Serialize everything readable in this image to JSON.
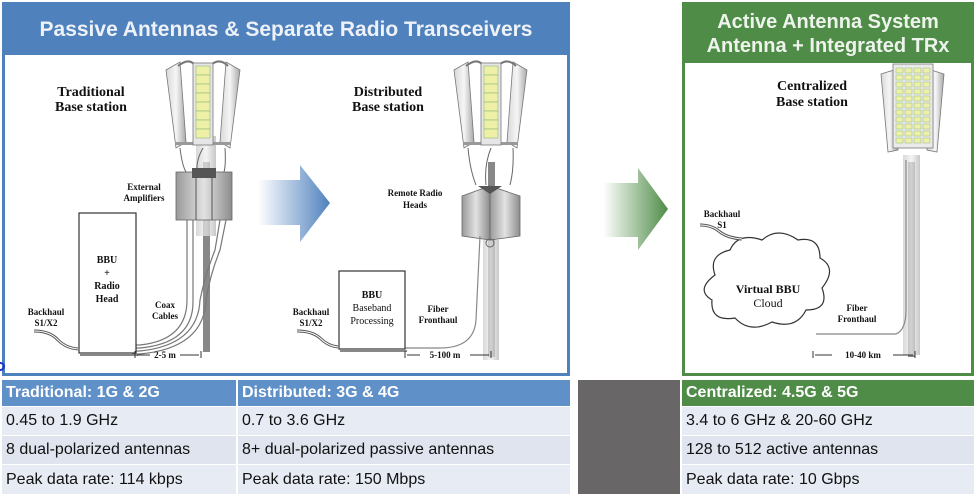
{
  "passive_panel": {
    "title": "Passive Antennas & Separate Radio Transceivers",
    "traditional": {
      "label_line1": "Traditional",
      "label_line2": "Base station",
      "amplifier_label_line1": "External",
      "amplifier_label_line2": "Amplifiers",
      "bbu_line1": "BBU",
      "bbu_line2": "+",
      "bbu_line3": "Radio",
      "bbu_line4": "Head",
      "cable_line1": "Coax",
      "cable_line2": "Cables",
      "backhaul_line1": "Backhaul",
      "backhaul_line2": "S1/X2",
      "distance": "2-5 m"
    },
    "distributed": {
      "label_line1": "Distributed",
      "label_line2": "Base station",
      "rrh_line1": "Remote Radio",
      "rrh_line2": "Heads",
      "bbu_line1": "BBU",
      "bbu_line2": "Baseband",
      "bbu_line3": "Processing",
      "fiber_line1": "Fiber",
      "fiber_line2": "Fronthaul",
      "backhaul_line1": "Backhaul",
      "backhaul_line2": "S1/X2",
      "distance": "5-100 m"
    }
  },
  "active_panel": {
    "title_line1": "Active Antenna System",
    "title_line2": "Antenna + Integrated TRx",
    "centralized": {
      "label_line1": "Centralized",
      "label_line2": "Base station",
      "backhaul_line1": "Backhaul",
      "backhaul_line2": "S1",
      "cloud_line1": "Virtual BBU",
      "cloud_line2": "Cloud",
      "fiber_line1": "Fiber",
      "fiber_line2": "Fronthaul",
      "distance": "10-40 km"
    }
  },
  "arrows": {
    "blue_color": "#4f81bd",
    "green_color": "#4f8c48"
  },
  "table": {
    "columns": [
      {
        "header": "Traditional: 1G & 2G",
        "rows": [
          "0.45 to 1.9 GHz",
          "8 dual-polarized antennas",
          "Peak data rate: 114 kbps"
        ]
      },
      {
        "header": "Distributed: 3G & 4G",
        "rows": [
          "0.7 to 3.6 GHz",
          "8+ dual-polarized passive antennas",
          "Peak data rate: 150 Mbps"
        ]
      },
      {
        "header": "Centralized: 4.5G & 5G",
        "rows": [
          "3.4 to 6 GHz & 20-60 GHz",
          "128 to 512 active antennas",
          "Peak data rate: 10 Gbps"
        ]
      }
    ]
  },
  "colors": {
    "passive_blue": "#4f81bd",
    "table_header_blue": "#5f90c8",
    "active_green": "#4f8c48",
    "antenna_element": "#eef0a8",
    "separator_gray": "#686667"
  }
}
